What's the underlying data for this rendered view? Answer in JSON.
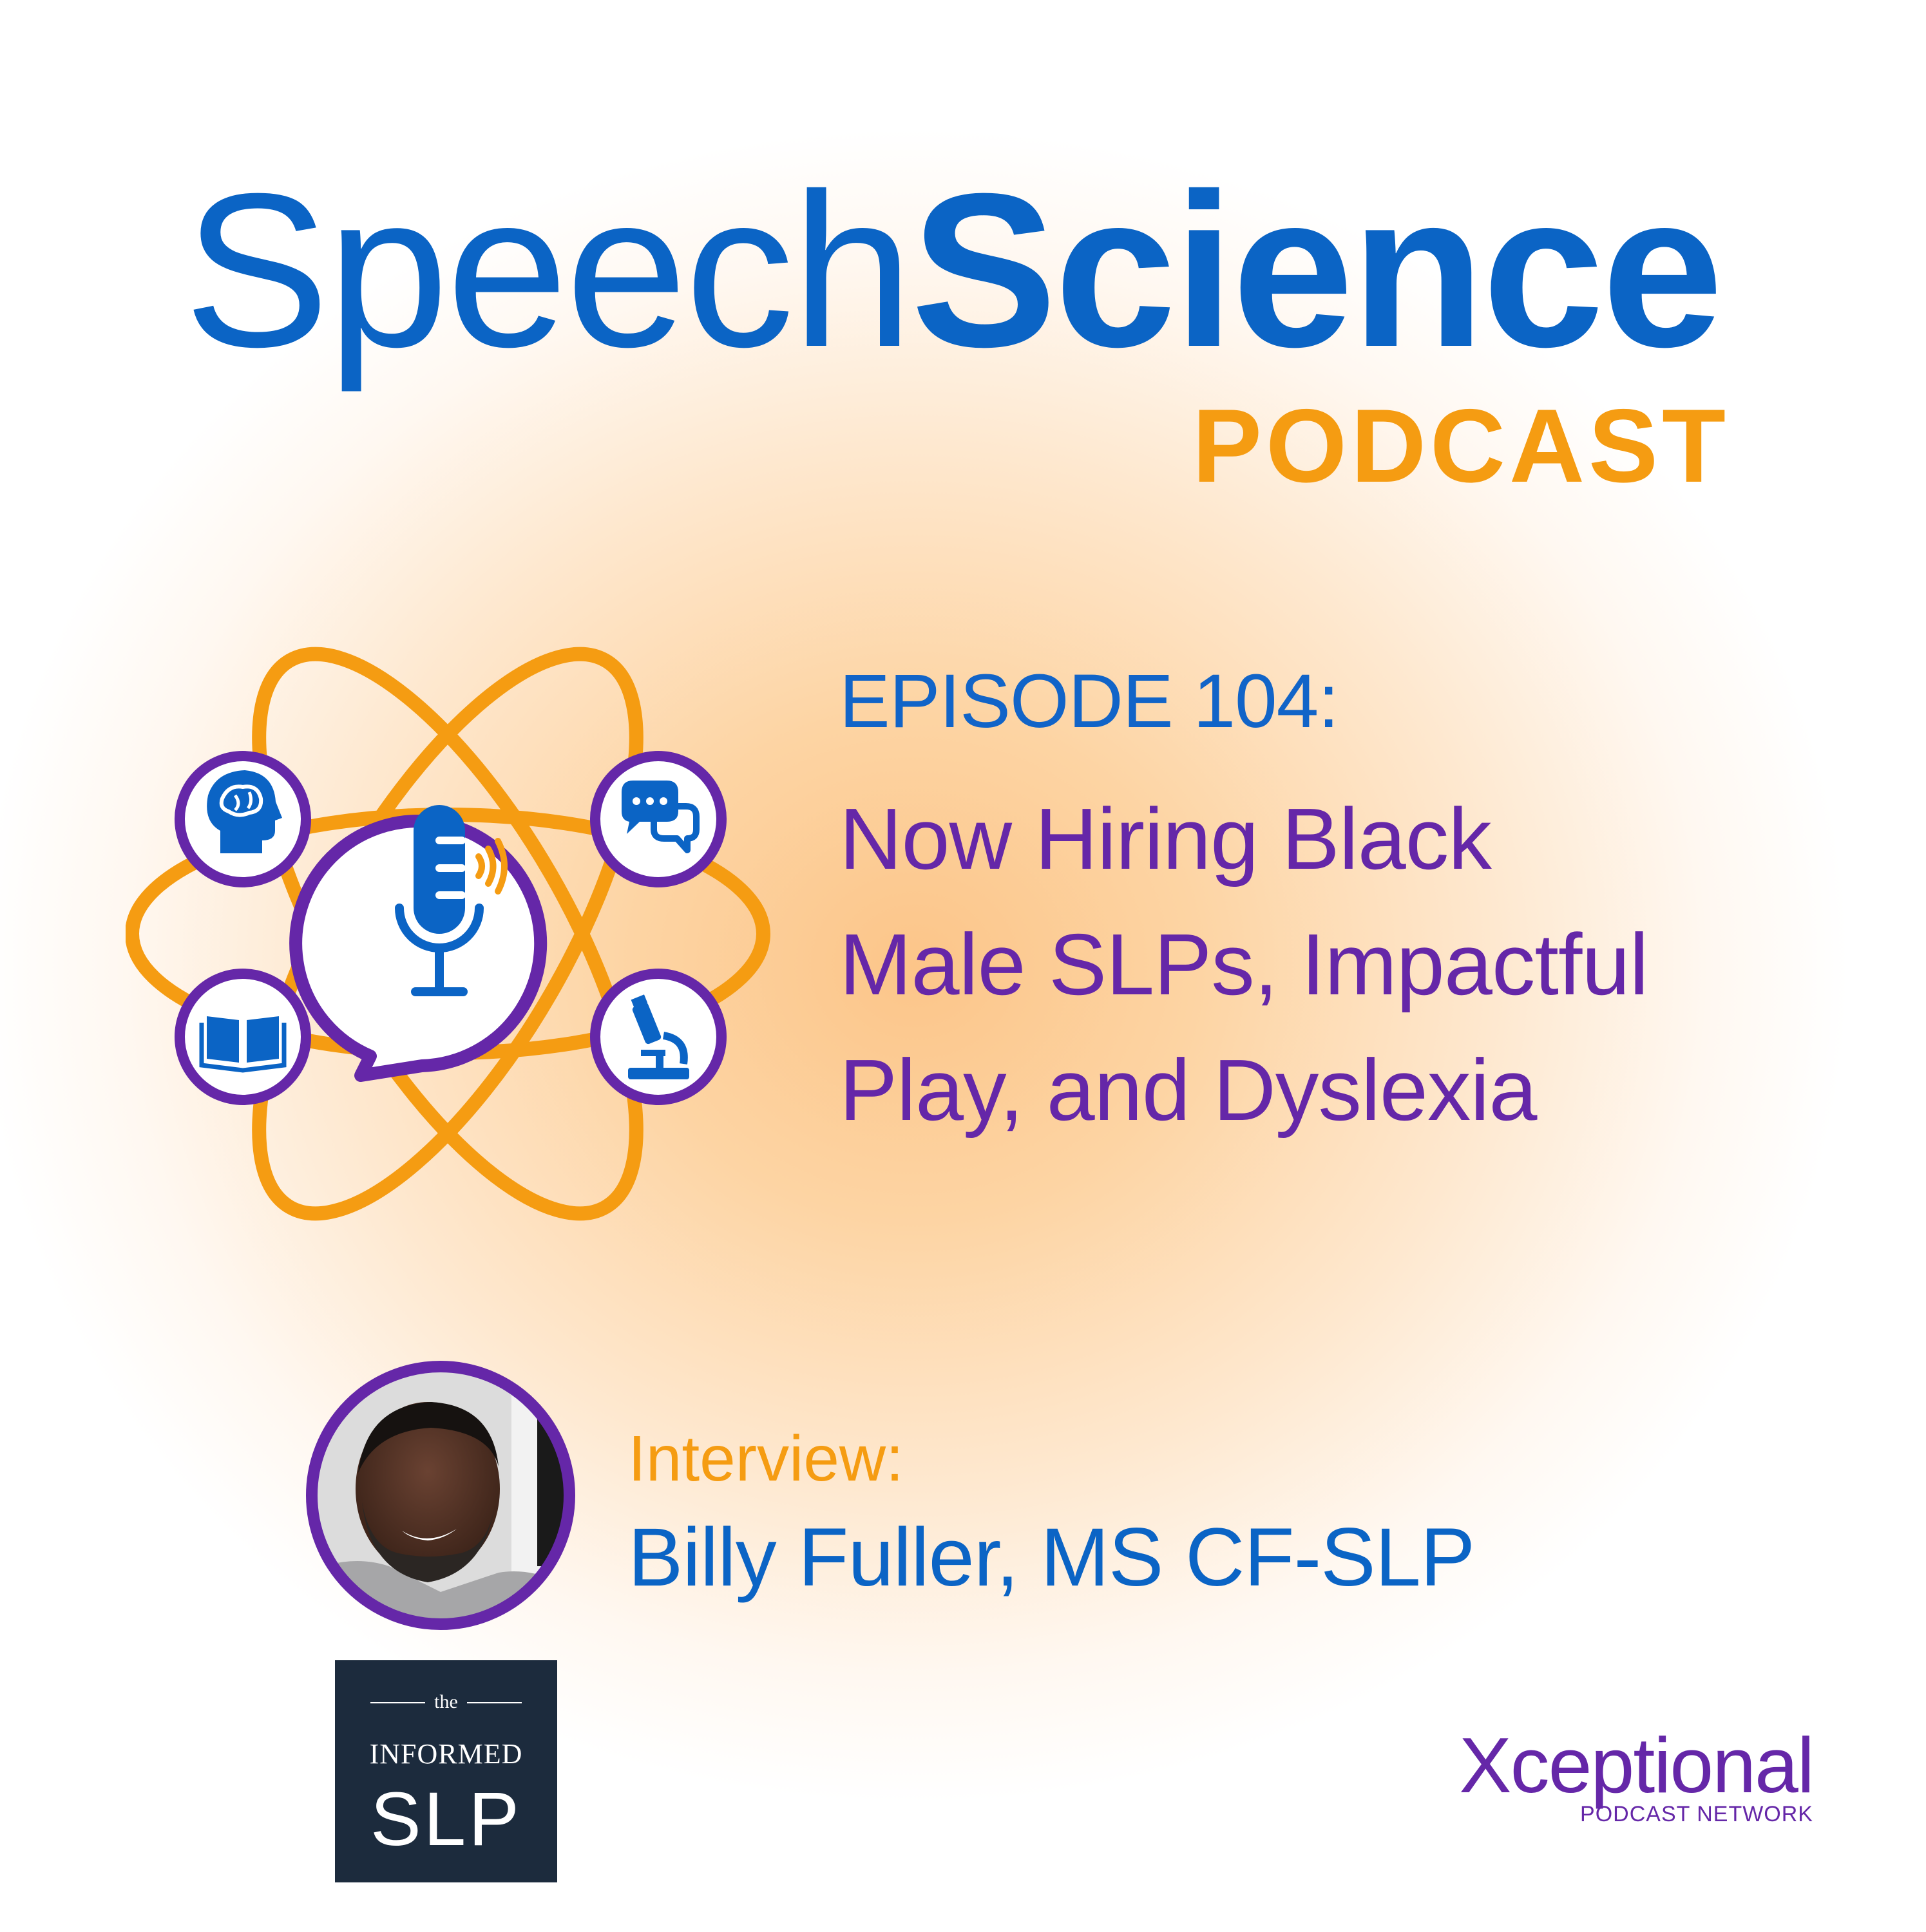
{
  "brand": {
    "title_part1": "Speech",
    "title_part2": "Science",
    "subtitle": "PODCAST"
  },
  "episode": {
    "number_label": "EPISODE 104:",
    "title_lines": [
      "Now Hiring Black",
      "Male SLPs, Impactful",
      "Play, and Dyslexia"
    ]
  },
  "guest": {
    "label": "Interview:",
    "name": "Billy Fuller, MS CF-SLP"
  },
  "sponsor_logo": {
    "the": "the",
    "main": "INFORMED",
    "slp": "SLP"
  },
  "network": {
    "name": "Xceptional",
    "subtitle": "PODCAST NETWORK"
  },
  "logo_icons": [
    "brain-head-icon",
    "chat-bubbles-icon",
    "book-icon",
    "microscope-icon",
    "microphone-icon"
  ],
  "colors": {
    "blue": "#0b64c5",
    "orange": "#f59c12",
    "purple": "#6527a8",
    "navy": "#1c2b3d"
  }
}
